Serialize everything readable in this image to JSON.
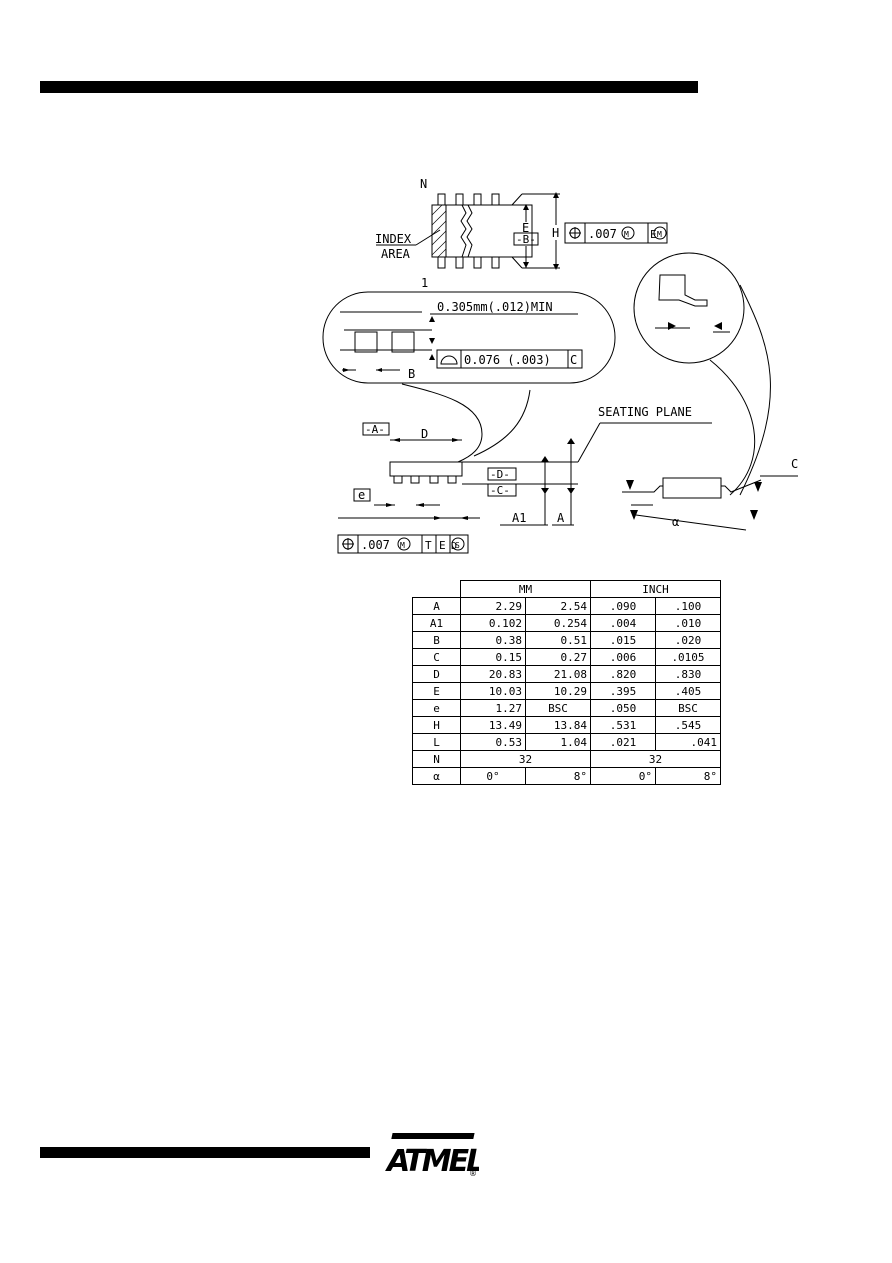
{
  "drawing": {
    "labels": {
      "pin_n": "N",
      "pin_1": "1",
      "index": "INDEX",
      "area": "AREA",
      "e_dim": "E",
      "b_datum": "-B-",
      "h_dim": "H",
      "tol_top": ".007",
      "tol_top_e": "E",
      "lead_min": "0.305mm(.012)MIN",
      "b_dim": "B",
      "flat_tol": "0.076 (.003)",
      "flat_datum": "C",
      "seating_plane": "SEATING PLANE",
      "a_datum": "-A-",
      "d_dim": "D",
      "d_datum": "-D-",
      "c_datum": "-C-",
      "e_pitch": "e",
      "a1_dim": "A1",
      "a_dim": "A",
      "tol_bottom": ".007",
      "tol_bottom_t": "T",
      "tol_bottom_e": "E",
      "tol_bottom_d": "D",
      "c_dim": "C",
      "alpha": "α",
      "mmc": "M",
      "rfs": "S"
    }
  },
  "table": {
    "header": {
      "mm": "MM",
      "inch": "INCH"
    },
    "rows": [
      {
        "sym": "A",
        "mm_min": "2.29",
        "mm_max": "2.54",
        "in_min": ".090",
        "in_max": ".100"
      },
      {
        "sym": "A1",
        "mm_min": "0.102",
        "mm_max": "0.254",
        "in_min": ".004",
        "in_max": ".010"
      },
      {
        "sym": "B",
        "mm_min": "0.38",
        "mm_max": "0.51",
        "in_min": ".015",
        "in_max": ".020"
      },
      {
        "sym": "C",
        "mm_min": "0.15",
        "mm_max": "0.27",
        "in_min": ".006",
        "in_max": ".0105"
      },
      {
        "sym": "D",
        "mm_min": "20.83",
        "mm_max": "21.08",
        "in_min": ".820",
        "in_max": ".830"
      },
      {
        "sym": "E",
        "mm_min": "10.03",
        "mm_max": "10.29",
        "in_min": ".395",
        "in_max": ".405"
      },
      {
        "sym": "e",
        "mm_min": "1.27",
        "mm_max": "BSC",
        "in_min": ".050",
        "in_max": "BSC"
      },
      {
        "sym": "H",
        "mm_min": "13.49",
        "mm_max": "13.84",
        "in_min": ".531",
        "in_max": ".545"
      },
      {
        "sym": "L",
        "mm_min": "0.53",
        "mm_max": "1.04",
        "in_min": ".021",
        "in_max": ".041"
      }
    ],
    "row_n": {
      "sym": "N",
      "mm": "32",
      "inch": "32"
    },
    "row_alpha": {
      "sym": "α",
      "mm_min": "0°",
      "mm_max": "8°",
      "in_min": "0°",
      "in_max": "8°"
    }
  },
  "logo": {
    "text": "ATMEL",
    "registered": "®"
  }
}
